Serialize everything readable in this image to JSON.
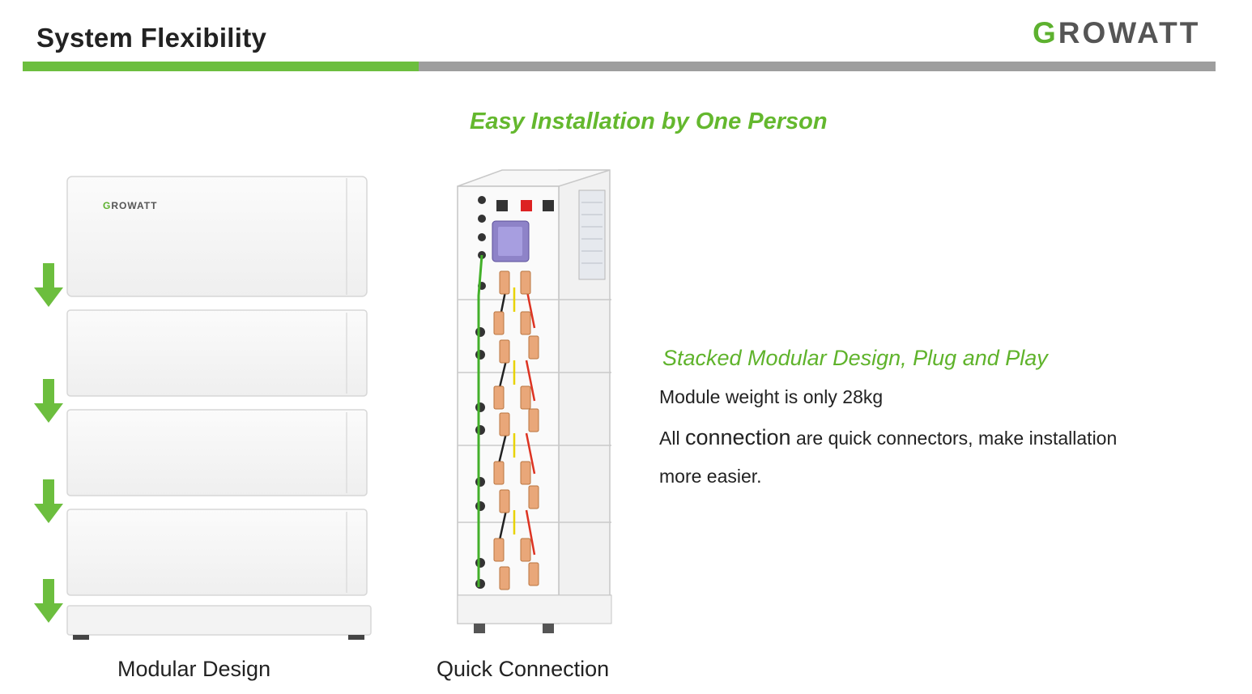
{
  "header": {
    "title": "System Flexibility",
    "brand_first_letter": "G",
    "brand_rest": "ROWATT",
    "accent_color": "#6cbe3e",
    "bar_gray_color": "#9e9e9e"
  },
  "headline": "Easy Installation by One Person",
  "left_figure": {
    "module_logo_first": "G",
    "module_logo_rest": "ROWATT",
    "caption": "Modular Design",
    "arrow_icon": "down-arrow-icon"
  },
  "middle_figure": {
    "caption": "Quick Connection"
  },
  "features": {
    "subheading": "Stacked Modular Design, Plug and Play",
    "line1": "Module weight is only 28kg",
    "line2_part1": "All ",
    "line2_big": "connection",
    "line2_part2": " are quick connectors, make installation",
    "line3": "more easier."
  }
}
